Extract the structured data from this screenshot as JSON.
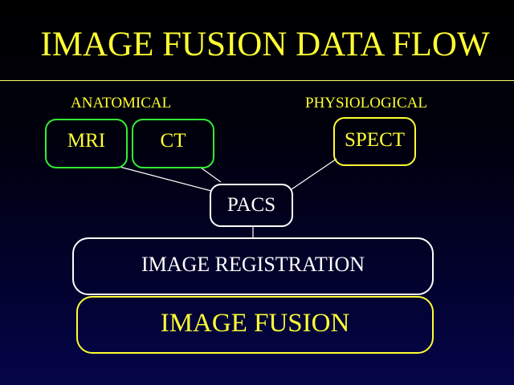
{
  "title": "IMAGE FUSION DATA FLOW",
  "groups": {
    "anatomical": "ANATOMICAL",
    "physiological": "PHYSIOLOGICAL"
  },
  "nodes": {
    "mri": "MRI",
    "ct": "CT",
    "spect": "SPECT",
    "pacs": "PACS",
    "registration": "IMAGE REGISTRATION",
    "fusion": "IMAGE FUSION"
  },
  "edges": [
    {
      "from": "mri",
      "to": "pacs"
    },
    {
      "from": "ct",
      "to": "pacs"
    },
    {
      "from": "spect",
      "to": "pacs"
    },
    {
      "from": "pacs",
      "to": "registration"
    }
  ],
  "colors": {
    "background": "#000033",
    "title": "#ffff33",
    "anatomical_border": "#33ee33",
    "physiological_border": "#ffff33",
    "pacs_border": "#ffffff",
    "fusion_border": "#ffff33"
  }
}
